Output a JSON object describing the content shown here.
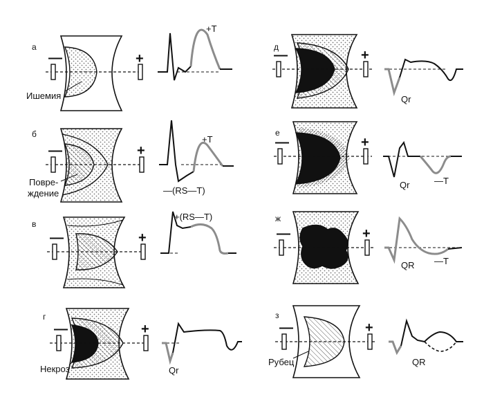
{
  "panels": [
    {
      "id": "a",
      "letter": "а",
      "label": [
        "Ишемия"
      ],
      "waveA": "+T",
      "waveB": "",
      "minus": "—",
      "plus": "+"
    },
    {
      "id": "b",
      "letter": "б",
      "label": [
        "Повре-",
        "ждение"
      ],
      "waveA": "+T",
      "waveB": "—(RS—T)",
      "minus": "—",
      "plus": "+"
    },
    {
      "id": "v",
      "letter": "в",
      "label": [],
      "waveA": "+(RS—T)",
      "waveB": "",
      "minus": "—",
      "plus": "+"
    },
    {
      "id": "g",
      "letter": "г",
      "label": [
        "Некроз"
      ],
      "waveA": "Qr",
      "waveB": "",
      "minus": "—",
      "plus": "+"
    },
    {
      "id": "d",
      "letter": "д",
      "label": [],
      "waveA": "Qr",
      "waveB": "",
      "minus": "—",
      "plus": "+"
    },
    {
      "id": "e",
      "letter": "е",
      "label": [],
      "waveA": "Qr",
      "waveB": "—T",
      "minus": "—",
      "plus": "+"
    },
    {
      "id": "zh",
      "letter": "ж",
      "label": [],
      "waveA": "QR",
      "waveB": "—T",
      "minus": "—",
      "plus": "+"
    },
    {
      "id": "z",
      "letter": "з",
      "label": [
        "Рубец"
      ],
      "waveA": "QR",
      "waveB": "",
      "minus": "—",
      "plus": "+"
    }
  ],
  "colors": {
    "ink": "#111111",
    "gray_wave": "#8c8c8c",
    "stipple": "#777777",
    "hatch": "#555555"
  }
}
